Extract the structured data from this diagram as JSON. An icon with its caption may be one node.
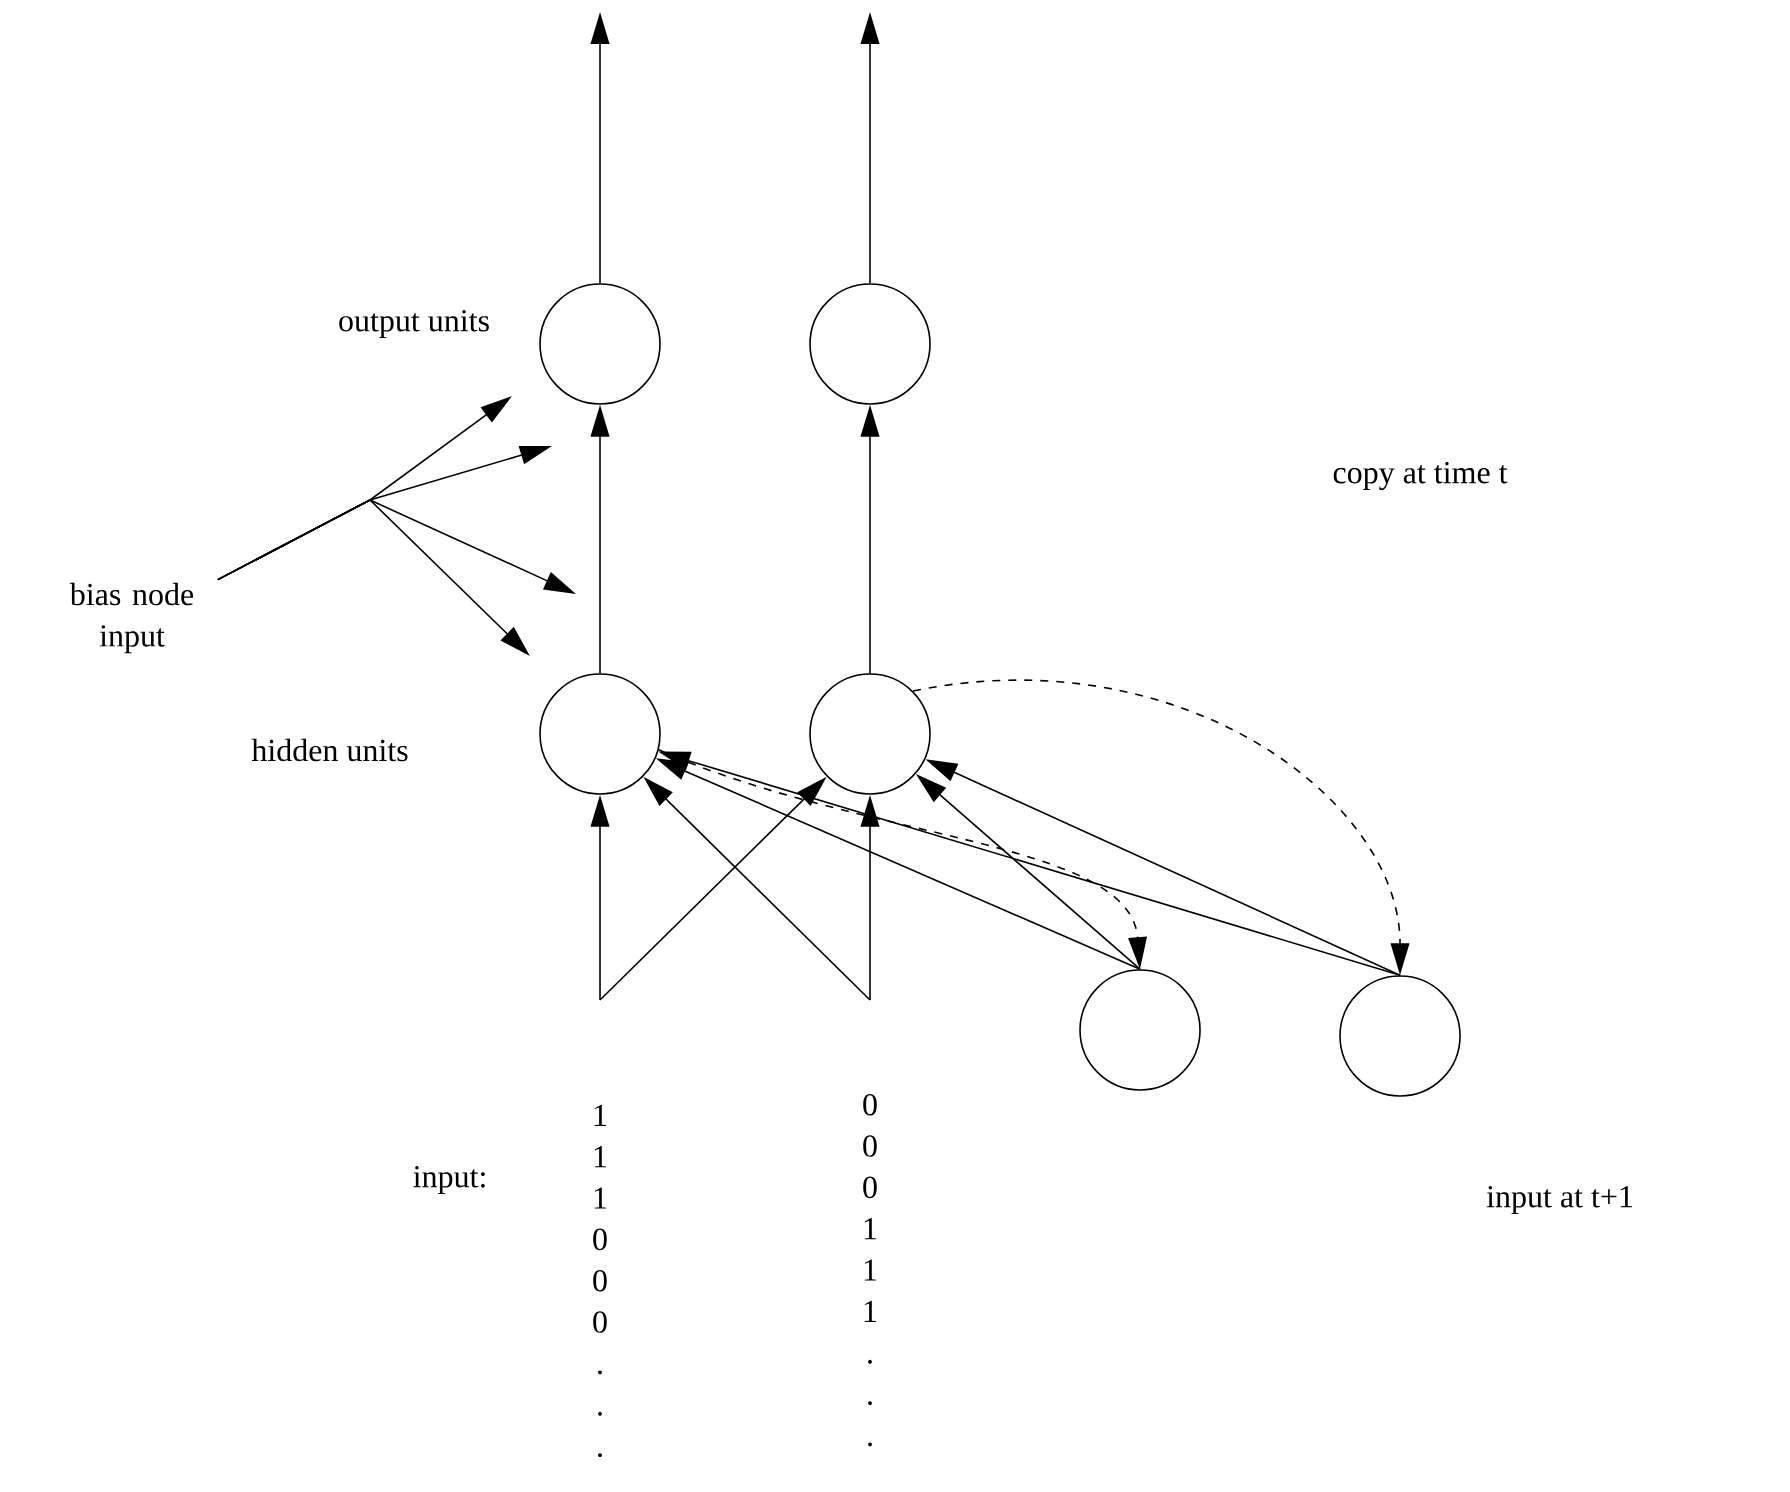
{
  "diagram": {
    "nodes": [
      {
        "text": [],
        "shape": "circle"
      },
      {
        "text": [],
        "shape": "circle"
      },
      {
        "text": [],
        "shape": "circle"
      },
      {
        "text": [],
        "shape": "circle"
      },
      {
        "text": [
          "1",
          "1",
          "1",
          "0",
          "0",
          "0",
          ".",
          ".",
          "."
        ]
      },
      {
        "text": [
          "0",
          "0",
          "0",
          "1",
          "1",
          "1",
          ".",
          ".",
          "."
        ]
      },
      {
        "text": [],
        "shape": "circle"
      },
      {
        "text": [],
        "shape": "circle"
      },
      {
        "text": [
          "bias node input"
        ]
      }
    ],
    "edges": [
      {
        "from": 0,
        "to": null,
        "arrow": "to"
      },
      {
        "from": 1,
        "to": null,
        "arrow": "to"
      },
      {
        "from": 2,
        "to": 0,
        "arrow": "to"
      },
      {
        "from": 3,
        "to": 1,
        "arrow": "to"
      },
      {
        "from": 4,
        "to": 2,
        "arrow": "to"
      },
      {
        "from": 4,
        "to": 3,
        "arrow": "to"
      },
      {
        "from": 5,
        "to": 2,
        "arrow": "to"
      },
      {
        "from": 5,
        "to": 3,
        "arrow": "to"
      },
      {
        "from": 6,
        "to": 2,
        "arrow": "to"
      },
      {
        "from": 6,
        "to": 3,
        "arrow": "to"
      },
      {
        "from": 7,
        "to": 2,
        "arrow": "to"
      },
      {
        "from": 7,
        "to": 3,
        "arrow": "to"
      },
      {
        "from": 2,
        "to": 6,
        "arrow": "to",
        "style": "dashed"
      },
      {
        "from": 3,
        "to": 7,
        "arrow": "to",
        "style": "dashed"
      },
      {
        "from": 8,
        "to": null,
        "arrow": "to"
      },
      {
        "from": 8,
        "to": null,
        "arrow": "to"
      },
      {
        "from": 8,
        "to": null,
        "arrow": "to"
      },
      {
        "from": 8,
        "to": null,
        "arrow": "to"
      }
    ],
    "labels": [
      "output units",
      "copy at time t",
      "hidden units",
      "input:",
      "input at t+1"
    ]
  }
}
